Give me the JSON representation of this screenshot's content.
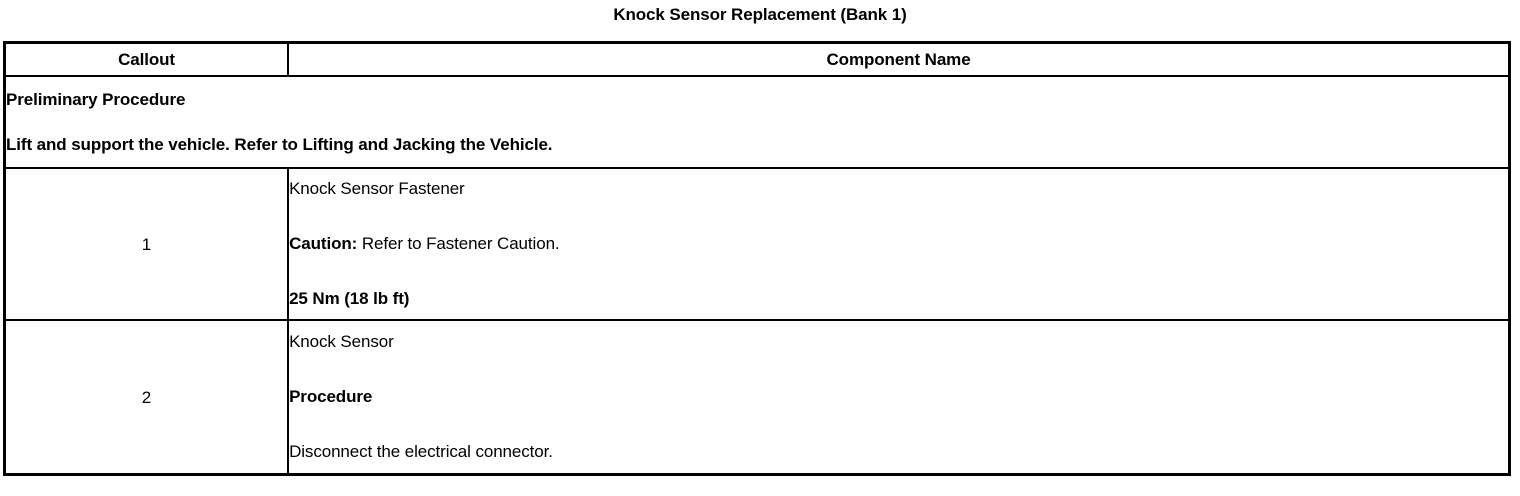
{
  "document": {
    "title": "Knock Sensor Replacement (Bank 1)"
  },
  "table": {
    "columns": [
      {
        "key": "callout",
        "label": "Callout"
      },
      {
        "key": "component_name",
        "label": "Component Name"
      }
    ],
    "preliminary": {
      "heading": "Preliminary Procedure",
      "text": "Lift and support the vehicle. Refer to Lifting and Jacking the Vehicle."
    },
    "rows": [
      {
        "callout": "1",
        "lines": [
          {
            "text": "Knock Sensor Fastener",
            "bold": false
          },
          {
            "lead": "Caution:",
            "text": " Refer to Fastener Caution.",
            "bold": false
          },
          {
            "text": "25 Nm (18 lb ft)",
            "bold": true
          }
        ]
      },
      {
        "callout": "2",
        "lines": [
          {
            "text": "Knock Sensor",
            "bold": false
          },
          {
            "text": "Procedure",
            "bold": true
          },
          {
            "text": "Disconnect the electrical connector.",
            "bold": false
          }
        ]
      }
    ]
  },
  "theme": {
    "background": "#ffffff",
    "text": "#000000",
    "border": "#000000"
  }
}
